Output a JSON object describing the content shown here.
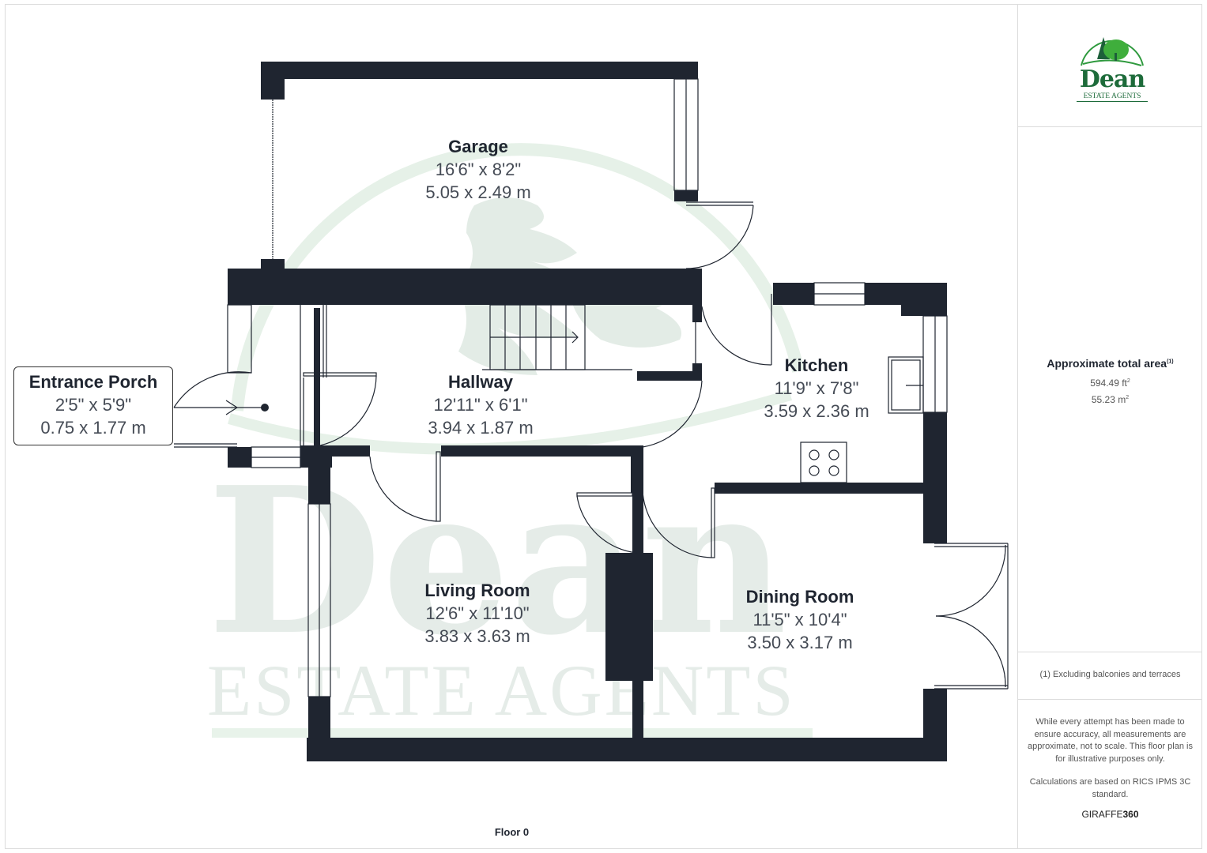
{
  "plan": {
    "floor_label": "Floor 0",
    "wall_color": "#1f2530",
    "watermark_color": "#e8f0ea",
    "rooms": [
      {
        "name": "Garage",
        "imperial": "16'6\" x 8'2\"",
        "metric": "5.05 x 2.49 m"
      },
      {
        "name": "Hallway",
        "imperial": "12'11\" x 6'1\"",
        "metric": "3.94 x 1.87 m"
      },
      {
        "name": "Kitchen",
        "imperial": "11'9\" x 7'8\"",
        "metric": "3.59 x 2.36 m"
      },
      {
        "name": "Entrance Porch",
        "imperial": "2'5\" x 5'9\"",
        "metric": "0.75 x 1.77 m"
      },
      {
        "name": "Living Room",
        "imperial": "12'6\" x 11'10\"",
        "metric": "3.83 x 3.63 m"
      },
      {
        "name": "Dining Room",
        "imperial": "11'5\" x 10'4\"",
        "metric": "3.50 x 3.17 m"
      }
    ],
    "watermark": {
      "word": "Dean",
      "sub": "ESTATE AGENTS"
    }
  },
  "sidebar": {
    "logo": {
      "word": "Dean",
      "sub": "ESTATE AGENTS",
      "brand_color": "#1d6b3a"
    },
    "area": {
      "title": "Approximate total area",
      "title_note": "(1)",
      "imperial": "594.49 ft",
      "imperial_unit_sup": "2",
      "metric": "55.23 m",
      "metric_unit_sup": "2"
    },
    "footnote": "(1) Excluding balconies and terraces",
    "disclaimer": "While every attempt has been made to ensure accuracy, all measurements are approximate, not to scale. This floor plan is for illustrative purposes only.",
    "calculation_note": "Calculations are based on RICS IPMS 3C standard.",
    "brand": {
      "prefix": "GIRAFFE",
      "suffix": "360"
    }
  }
}
